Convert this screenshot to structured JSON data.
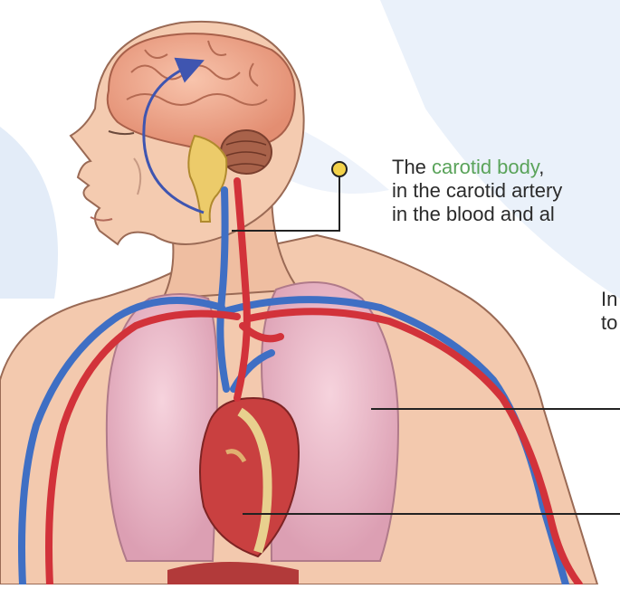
{
  "callouts": {
    "carotid": {
      "prefix": "The ",
      "highlight": "carotid body",
      "suffix": ",",
      "line2": "in the carotid artery",
      "line3": "in the blood and al"
    },
    "lungs": {
      "line1": "In",
      "line2": "to"
    }
  },
  "colors": {
    "highlight_text": "#5aa35a",
    "artery": "#d2323a",
    "vein": "#3f6fc4",
    "lung": "#eab8c8",
    "skin": "#f3c9ae",
    "brain": "#f0a98e",
    "marker": "#f3d24a",
    "leader_line": "#222222",
    "background_wash": "#dde8f6"
  },
  "icons": {
    "callout_marker": "yellow-dot-pin",
    "flow_arrow": "curved-blue-arrow"
  }
}
